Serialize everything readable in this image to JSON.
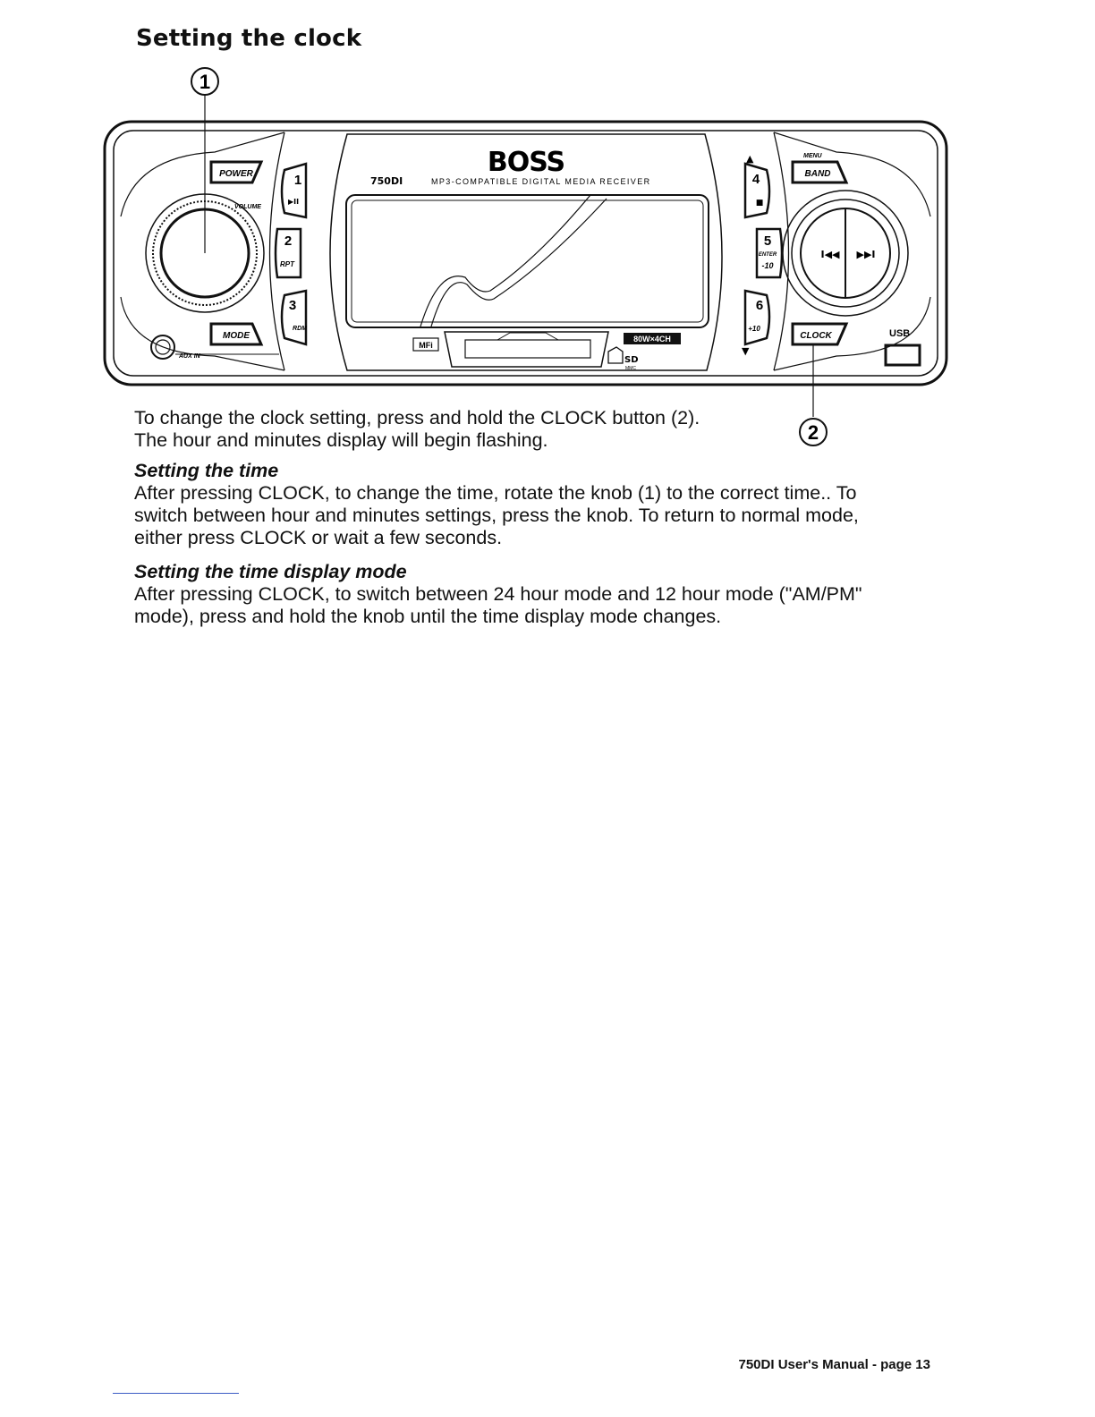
{
  "page": {
    "title": "Setting the clock",
    "footer": "750DI User's Manual - page 13"
  },
  "diagram": {
    "callouts": [
      "1",
      "2"
    ],
    "brand": "BOSS",
    "model": "750DI",
    "tagline": "MP3-COMPATIBLE DIGITAL MEDIA RECEIVER",
    "buttons": {
      "power": "POWER",
      "volume": "VOLUME",
      "mode": "MODE",
      "aux_in": "AUX IN",
      "menu": "MENU",
      "band": "BAND",
      "clock": "CLOCK",
      "usb": "USB"
    },
    "presets": [
      {
        "num": "1",
        "sub": "▶II"
      },
      {
        "num": "2",
        "sub": "RPT"
      },
      {
        "num": "3",
        "sub": "RDM"
      },
      {
        "num": "4",
        "sub": "■"
      },
      {
        "num": "5",
        "sub": "ENTER",
        "sub2": "-10"
      },
      {
        "num": "6",
        "sub": "+10"
      }
    ],
    "seek": {
      "prev": "I◀◀",
      "next": "▶▶I"
    },
    "badges": {
      "power": "80W×4CH",
      "sd": "SD",
      "mmc": "MMC",
      "mfi": "MFi"
    }
  },
  "intro": [
    "To change the clock setting, press and hold the CLOCK button (2).",
    "The hour and minutes display will begin flashing."
  ],
  "sections": [
    {
      "heading": "Setting the time",
      "lines": [
        "After pressing CLOCK, to change the time, rotate the knob (1) to the correct time.. To",
        "switch between hour and minutes settings, press the knob. To return to normal mode,",
        "either press CLOCK or wait a few seconds."
      ]
    },
    {
      "heading": "Setting the time display mode",
      "lines": [
        "After pressing CLOCK, to switch between 24 hour mode and 12 hour mode (\"AM/PM\"",
        "mode), press and hold the knob until the time display mode changes."
      ]
    }
  ]
}
